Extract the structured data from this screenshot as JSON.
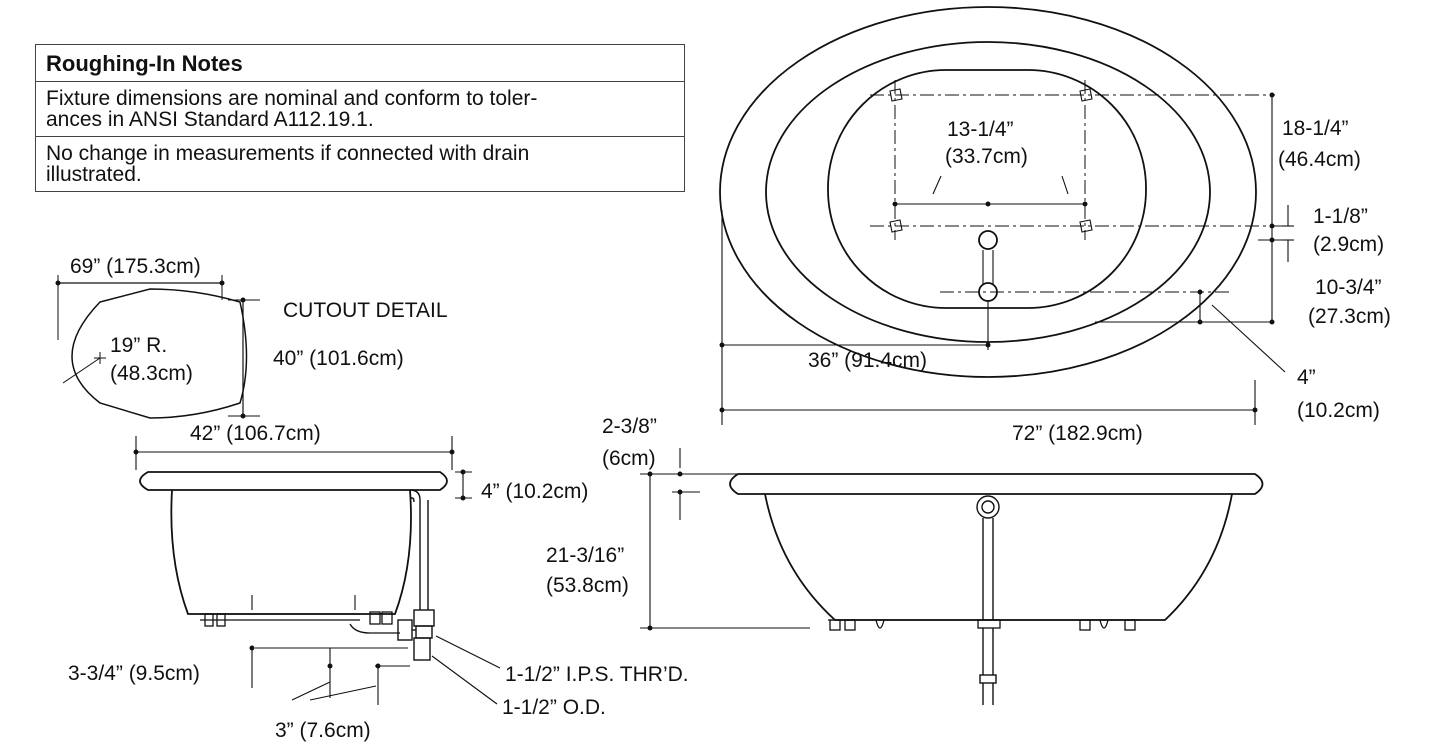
{
  "notes": {
    "title": "Roughing-In Notes",
    "line1": "Fixture dimensions are nominal and conform to toler-",
    "line2": "ances in ANSI Standard A112.19.1.",
    "line3": "No change in measurements if connected with drain",
    "line4": "illustrated."
  },
  "cutout": {
    "title": "CUTOUT DETAIL",
    "length": "69” (175.3cm)",
    "width": "40” (101.6cm)",
    "radius_in": "19”  R.",
    "radius_cm": "(48.3cm)"
  },
  "top_view": {
    "spacing_in": "13-1/4”",
    "spacing_cm": "(33.7cm)",
    "d1_in": "18-1/4”",
    "d1_cm": "(46.4cm)",
    "d2_in": "1-1/8”",
    "d2_cm": "(2.9cm)",
    "d3_in": "10-3/4”",
    "d3_cm": "(27.3cm)",
    "center": "36” (91.4cm)",
    "d4_in": "4”",
    "d4_cm": "(10.2cm)",
    "overall": "72” (182.9cm)"
  },
  "end_view": {
    "width": "42” (106.7cm)",
    "rim": "4” (10.2cm)",
    "floor": "3-3/4” (9.5cm)",
    "thread": "1-1/2” I.P.S. THR’D.",
    "od": "1-1/2” O.D.",
    "offset": "3” (7.6cm)"
  },
  "side_view": {
    "lip_in": "2-3/8”",
    "lip_cm": "(6cm)",
    "height_in": "21-3/16”",
    "height_cm": "(53.8cm)"
  }
}
